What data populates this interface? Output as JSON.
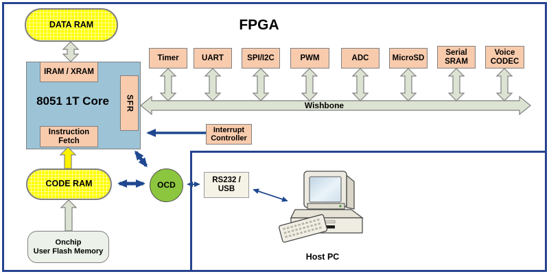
{
  "title": "FPGA",
  "fpga": {
    "data_ram": "DATA RAM",
    "iram_xram": "IRAM / XRAM",
    "core": "8051 1T Core",
    "sfr": "SFR",
    "instruction_fetch": "Instruction Fetch",
    "interrupt_controller": "Interrupt Controller",
    "code_ram": "CODE RAM",
    "flash": {
      "line1": "Onchip",
      "line2": "User Flash Memory"
    },
    "ocd": "OCD"
  },
  "bus": {
    "label": "Wishbone"
  },
  "peripherals": [
    "Timer",
    "UART",
    "SPI/I2C",
    "PWM",
    "ADC",
    "MicroSD",
    "Serial SRAM",
    "Voice CODEC"
  ],
  "external": {
    "rs232": {
      "line1": "RS232 /",
      "line2": "USB"
    },
    "host_pc": "Host PC"
  },
  "colors": {
    "boundary_blue": "#26438F",
    "peripheral_peach": "#F8CBAD",
    "core_blue": "#9DC3D6",
    "ram_yellow": "#FFFF00",
    "bus_sage": "#DDE3D3",
    "flash_fill": "#ECF1E9",
    "rs232_fill": "#F5F2E6",
    "ocd_green": "#8CC63F",
    "arrow_blue": "#1F4890"
  }
}
